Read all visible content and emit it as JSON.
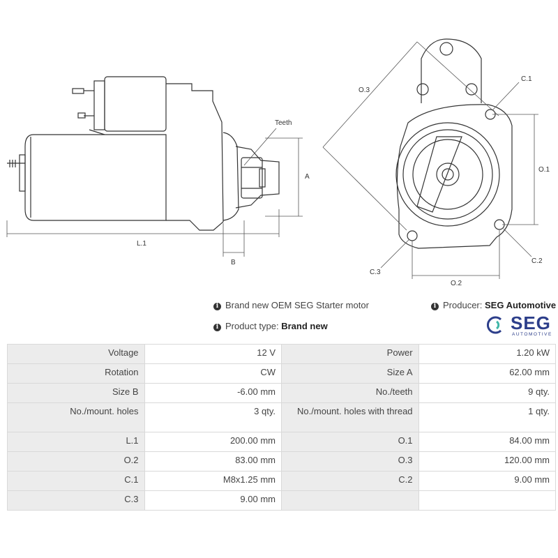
{
  "drawing": {
    "labels": {
      "teeth": "Teeth",
      "a": "A",
      "b": "B",
      "l1": "L.1",
      "o1": "O.1",
      "o2": "O.2",
      "o3": "O.3",
      "c1": "C.1",
      "c2": "C.2",
      "c3": "C.3"
    }
  },
  "info": {
    "product_name": "Brand new OEM SEG Starter motor",
    "producer_label": "Producer:",
    "producer_value": "SEG Automotive",
    "type_label": "Product type:",
    "type_value": "Brand new",
    "icon": "info-circle-icon"
  },
  "logo": {
    "word": "SEG",
    "sub": "AUTOMOTIVE",
    "color": "#2c3e8a",
    "ring_colors": [
      "#2c3e8a",
      "#3fb6a8"
    ]
  },
  "specs": [
    [
      {
        "label": "Voltage",
        "value": "12 V"
      },
      {
        "label": "Power",
        "value": "1.20 kW"
      }
    ],
    [
      {
        "label": "Rotation",
        "value": "CW"
      },
      {
        "label": "Size A",
        "value": "62.00 mm"
      }
    ],
    [
      {
        "label": "Size B",
        "value": "-6.00 mm"
      },
      {
        "label": "No./teeth",
        "value": "9 qty."
      }
    ],
    [
      {
        "label": "No./mount. holes",
        "value": "3 qty."
      },
      {
        "label": "No./mount. holes with thread",
        "value": "1 qty."
      }
    ],
    [
      {
        "label": "L.1",
        "value": "200.00 mm"
      },
      {
        "label": "O.1",
        "value": "84.00 mm"
      }
    ],
    [
      {
        "label": "O.2",
        "value": "83.00 mm"
      },
      {
        "label": "O.3",
        "value": "120.00 mm"
      }
    ],
    [
      {
        "label": "C.1",
        "value": "M8x1.25 mm"
      },
      {
        "label": "C.2",
        "value": "9.00 mm"
      }
    ],
    [
      {
        "label": "C.3",
        "value": "9.00 mm"
      },
      {
        "label": "",
        "value": ""
      }
    ]
  ]
}
